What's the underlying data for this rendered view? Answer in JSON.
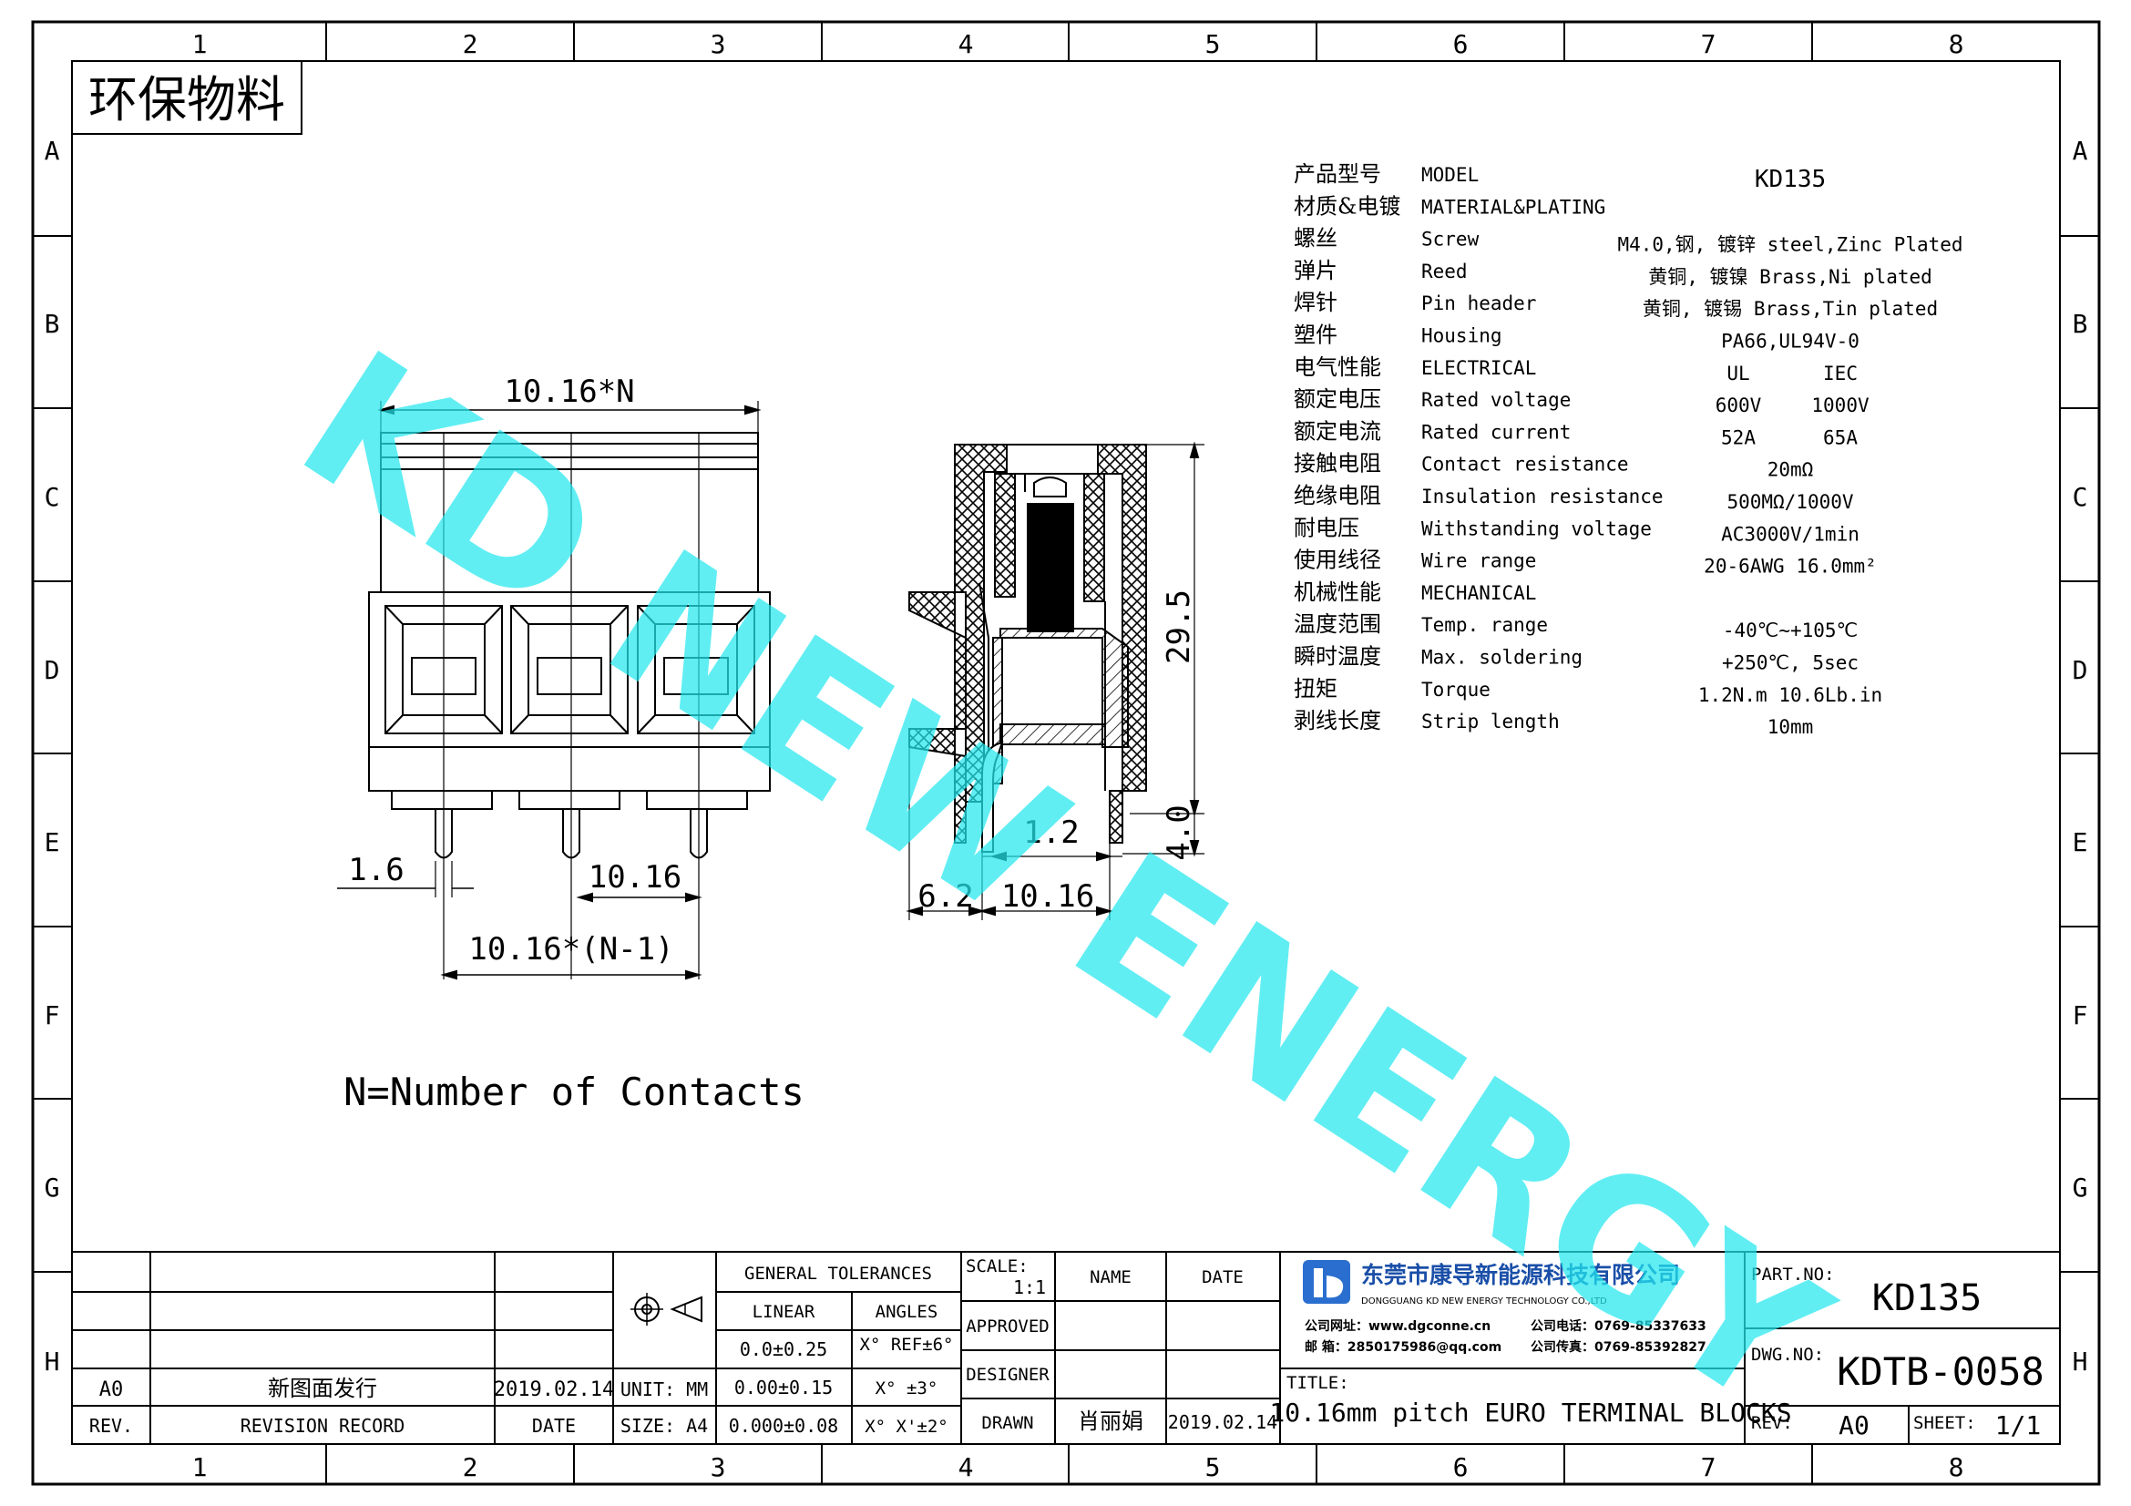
{
  "frame": {
    "col_labels": [
      "1",
      "2",
      "3",
      "4",
      "5",
      "6",
      "7",
      "8"
    ],
    "row_labels": [
      "A",
      "B",
      "C",
      "D",
      "E",
      "F",
      "G",
      "H"
    ]
  },
  "eco_badge": "环保物料",
  "watermark": "KD NEW ENERGY",
  "front_view": {
    "dim_total": "10.16*N",
    "dim_pin": "1.6",
    "dim_pitch": "10.16",
    "dim_span": "10.16*(N-1)"
  },
  "side_view": {
    "dim_height": "29.5",
    "dim_pin_len": "4.0",
    "dim_pin_dia": "1.2",
    "dim_offset": "6.2",
    "dim_pitch": "10.16"
  },
  "note": "N=Number of Contacts",
  "specs": [
    {
      "cn": "产品型号",
      "en": "MODEL",
      "val": "KD135",
      "val2": ""
    },
    {
      "cn": "材质&电镀",
      "en": "MATERIAL&PLATING",
      "val": "",
      "val2": ""
    },
    {
      "cn": "螺丝",
      "en": "Screw",
      "val": "M4.0,钢, 镀锌 steel,Zinc Plated",
      "val2": ""
    },
    {
      "cn": "弹片",
      "en": "Reed",
      "val": "黄铜, 镀镍 Brass,Ni plated",
      "val2": ""
    },
    {
      "cn": "焊针",
      "en": "Pin header",
      "val": "黄铜, 镀锡 Brass,Tin plated",
      "val2": ""
    },
    {
      "cn": "塑件",
      "en": "Housing",
      "val": "PA66,UL94V-0",
      "val2": ""
    },
    {
      "cn": "电气性能",
      "en": "ELECTRICAL",
      "val": "UL",
      "val2": "IEC"
    },
    {
      "cn": "额定电压",
      "en": "Rated voltage",
      "val": "600V",
      "val2": "1000V"
    },
    {
      "cn": "额定电流",
      "en": "Rated current",
      "val": "52A",
      "val2": "65A"
    },
    {
      "cn": "接触电阻",
      "en": "Contact resistance",
      "val": "20mΩ",
      "val2": ""
    },
    {
      "cn": "绝缘电阻",
      "en": "Insulation resistance",
      "val": "500MΩ/1000V",
      "val2": ""
    },
    {
      "cn": "耐电压",
      "en": "Withstanding voltage",
      "val": "AC3000V/1min",
      "val2": ""
    },
    {
      "cn": "使用线径",
      "en": "Wire range",
      "val": "20-6AWG 16.0mm²",
      "val2": ""
    },
    {
      "cn": "机械性能",
      "en": "MECHANICAL",
      "val": "",
      "val2": ""
    },
    {
      "cn": "温度范围",
      "en": "Temp. range",
      "val": "-40℃~+105℃",
      "val2": ""
    },
    {
      "cn": "瞬时温度",
      "en": "Max. soldering",
      "val": "+250℃, 5sec",
      "val2": ""
    },
    {
      "cn": "扭矩",
      "en": "Torque",
      "val": "1.2N.m  10.6Lb.in",
      "val2": ""
    },
    {
      "cn": "剥线长度",
      "en": "Strip length",
      "val": "10mm",
      "val2": ""
    }
  ],
  "title_block": {
    "rev_row": {
      "rev": "A0",
      "record": "新图面发行",
      "date": "2019.02.14"
    },
    "headers": {
      "rev": "REV.",
      "record": "REVISION RECORD",
      "date": "DATE"
    },
    "unit": "UNIT: MM",
    "size": "SIZE: A4",
    "general_tolerances": "GENERAL TOLERANCES",
    "linear": "LINEAR",
    "angles": "ANGLES",
    "lin1": "0.0±0.25",
    "lin2": "0.00±0.15",
    "lin3": "0.000±0.08",
    "ang1": "X° REF±6°",
    "ang2": "X° ±3°",
    "ang3": "X° X'±2°",
    "scale_label": "SCALE:",
    "scale_value": "1:1",
    "name_header": "NAME",
    "date_header": "DATE",
    "approved": "APPROVED",
    "designer": "DESIGNER",
    "drawn": "DRAWN",
    "drawn_name": "肖丽娟",
    "drawn_date": "2019.02.14",
    "company_cn": "东莞市康导新能源科技有限公司",
    "company_en": "DONGGUANG KD NEW ENERGY TECHNOLOGY CO.,LTD",
    "website": "公司网址：www.dgconne.cn",
    "phone": "公司电话：0769-85337633",
    "email": "邮    箱：2850175986@qq.com",
    "fax": "公司传真：0769-85392827",
    "title_label": "TITLE:",
    "title": "10.16mm pitch EURO TERMINAL BLOCKS",
    "part_no_label": "PART.NO:",
    "part_no": "KD135",
    "dwg_no_label": "DWG.NO:",
    "dwg_no": "KDTB-0058",
    "rev_label": "REV:",
    "rev_value": "A0",
    "sheet_label": "SHEET:",
    "sheet_value": "1/1"
  }
}
